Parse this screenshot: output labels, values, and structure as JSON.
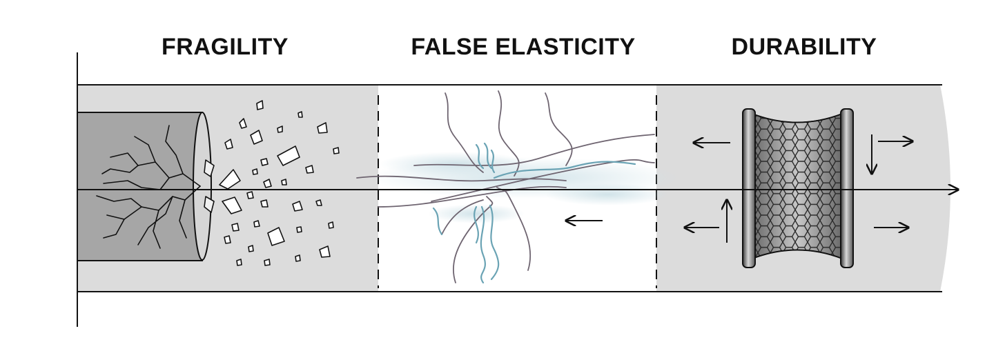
{
  "panels": [
    {
      "title": "FRAGILITY"
    },
    {
      "title": "FALSE ELASTICITY"
    },
    {
      "title": "DURABILITY"
    }
  ],
  "colors": {
    "ink": "#111111",
    "panel_gray": "#dcdcdc",
    "block_gray": "#a6a6a6",
    "fiber_blue": "#6aa3b4",
    "wash_blue": "#cfe2e8",
    "fiber_gray": "#6e6470"
  },
  "icons": [
    "cracked-cylinder-icon",
    "shard-debris-icon",
    "frayed-fiber-icon",
    "mesh-cylinder-icon",
    "arrow-icon"
  ]
}
